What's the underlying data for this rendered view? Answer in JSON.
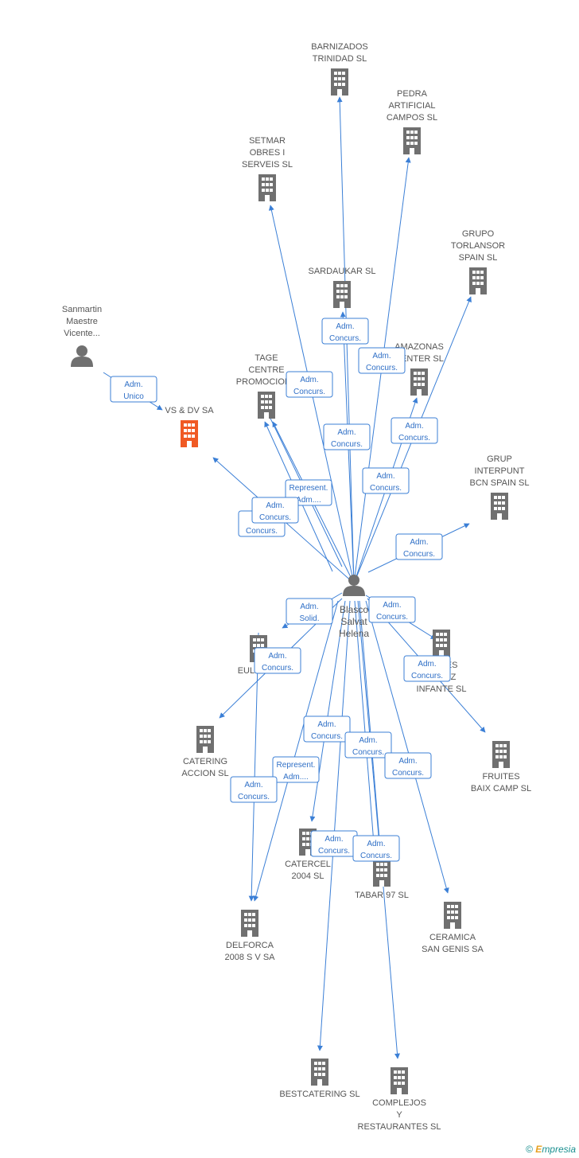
{
  "center": {
    "id": "blasco",
    "lines": [
      "Blasco",
      "Salvat",
      "Helena"
    ],
    "type": "person"
  },
  "nodes": [
    {
      "id": "barnizados",
      "lines": [
        "BARNIZADOS",
        "TRINIDAD SL"
      ],
      "type": "company",
      "name": "company-barnizados-trinidad"
    },
    {
      "id": "pedra",
      "lines": [
        "PEDRA",
        "ARTIFICIAL",
        "CAMPOS SL"
      ],
      "type": "company",
      "name": "company-pedra-artificial-campos"
    },
    {
      "id": "setmar",
      "lines": [
        "SETMAR",
        "OBRES I",
        "SERVEIS SL"
      ],
      "type": "company",
      "name": "company-setmar-obres-serveis"
    },
    {
      "id": "grupo_torlansor",
      "lines": [
        "GRUPO",
        "TORLANSOR",
        "SPAIN SL"
      ],
      "type": "company",
      "name": "company-grupo-torlansor-spain"
    },
    {
      "id": "sardaukar",
      "lines": [
        "SARDAUKAR SL"
      ],
      "type": "company",
      "name": "company-sardaukar"
    },
    {
      "id": "sanmartin",
      "lines": [
        "Sanmartin",
        "Maestre",
        "Vicente..."
      ],
      "type": "person",
      "name": "person-sanmartin-maestre-vicente"
    },
    {
      "id": "amazonas",
      "lines": [
        "AMAZONAS",
        "CENTER SL"
      ],
      "type": "company",
      "name": "company-amazonas-center"
    },
    {
      "id": "tage",
      "lines": [
        "TAGE",
        "CENTRE",
        "PROMOCIONS"
      ],
      "type": "company",
      "name": "company-tage-centre-promocions"
    },
    {
      "id": "vs_dv",
      "lines": [
        "VS & DV SA"
      ],
      "type": "company-highlight",
      "name": "company-vs-dv"
    },
    {
      "id": "grup_interpunt",
      "lines": [
        "GRUP",
        "INTERPUNT",
        "BCN SPAIN SL"
      ],
      "type": "company",
      "name": "company-grup-interpunt-bcn-spain"
    },
    {
      "id": "eulex",
      "lines": [
        "EULEX SL"
      ],
      "type": "company",
      "name": "company-eulex"
    },
    {
      "id": "gomes",
      "lines": [
        "GOMES",
        "PEREZ",
        "INFANTE SL"
      ],
      "type": "company",
      "name": "company-gomes-perez-infante"
    },
    {
      "id": "catering_accion",
      "lines": [
        "CATERING",
        "ACCION SL"
      ],
      "type": "company",
      "name": "company-catering-accion"
    },
    {
      "id": "fruites",
      "lines": [
        "FRUITES",
        "BAIX CAMP SL"
      ],
      "type": "company",
      "name": "company-fruites-baix-camp"
    },
    {
      "id": "catercel",
      "lines": [
        "CATERCEL",
        "2004 SL"
      ],
      "type": "company",
      "name": "company-catercel-2004"
    },
    {
      "id": "tabar",
      "lines": [
        "TABAR 97 SL"
      ],
      "type": "company",
      "name": "company-tabar-97"
    },
    {
      "id": "ceramica",
      "lines": [
        "CERAMICA",
        "SAN GENIS SA"
      ],
      "type": "company",
      "name": "company-ceramica-san-genis"
    },
    {
      "id": "delforca",
      "lines": [
        "DELFORCA",
        "2008 S V SA"
      ],
      "type": "company",
      "name": "company-delforca-2008"
    },
    {
      "id": "bestcatering",
      "lines": [
        "BESTCATERING SL"
      ],
      "type": "company",
      "name": "company-bestcatering"
    },
    {
      "id": "complejos",
      "lines": [
        "COMPLEJOS",
        "Y",
        "RESTAURANTES SL"
      ],
      "type": "company",
      "name": "company-complejos-restaurantes"
    }
  ],
  "relations": [
    {
      "from": "blasco",
      "to": "barnizados",
      "lines": [
        "Adm.",
        "Concurs."
      ]
    },
    {
      "from": "blasco",
      "to": "pedra",
      "lines": [
        "Adm.",
        "Concurs."
      ]
    },
    {
      "from": "blasco",
      "to": "setmar",
      "lines": [
        "Adm.",
        "Concurs."
      ]
    },
    {
      "from": "blasco",
      "to": "grupo_torlansor",
      "lines": [
        "Adm.",
        "Concurs."
      ]
    },
    {
      "from": "blasco",
      "to": "sardaukar",
      "lines": [
        "Adm.",
        "Concurs."
      ]
    },
    {
      "from": "blasco",
      "to": "amazonas",
      "lines": [
        "Adm.",
        "Concurs."
      ]
    },
    {
      "from": "blasco",
      "to": "tage",
      "lines": [
        "Represent.",
        "Adm...."
      ]
    },
    {
      "from": "blasco",
      "to": "vs_dv",
      "lines": [
        "Adm.",
        "Concurs."
      ]
    },
    {
      "from": "sanmartin",
      "to": "vs_dv",
      "lines": [
        "Adm.",
        "Unico"
      ]
    },
    {
      "from": "blasco",
      "to": "grup_interpunt",
      "lines": [
        "Adm.",
        "Concurs."
      ]
    },
    {
      "from": "blasco",
      "to": "eulex",
      "lines": [
        "Adm.",
        "Solid."
      ]
    },
    {
      "from": "blasco",
      "to": "gomes",
      "lines": [
        "Adm.",
        "Concurs."
      ]
    },
    {
      "from": "blasco",
      "to": "catering_accion",
      "lines": [
        "Adm.",
        "Concurs."
      ]
    },
    {
      "from": "blasco",
      "to": "fruites",
      "lines": [
        "Adm.",
        "Concurs."
      ]
    },
    {
      "from": "blasco",
      "to": "catercel",
      "lines": [
        "Adm.",
        "Concurs."
      ]
    },
    {
      "from": "blasco",
      "to": "tabar",
      "lines": [
        "Adm.",
        "Concurs."
      ]
    },
    {
      "from": "blasco",
      "to": "ceramica",
      "lines": [
        "Adm.",
        "Concurs."
      ]
    },
    {
      "from": "blasco",
      "to": "delforca",
      "lines": [
        "Represent.",
        "Adm...."
      ]
    },
    {
      "from": "blasco",
      "to": "bestcatering",
      "lines": [
        "Adm.",
        "Concurs."
      ]
    },
    {
      "from": "blasco",
      "to": "complejos",
      "lines": [
        "Adm.",
        "Concurs."
      ]
    },
    {
      "from": "blasco",
      "to": "tage_b",
      "lines": [
        "Adm.",
        "Concurs."
      ]
    },
    {
      "from": "eulex",
      "to": "delforca",
      "lines": [
        "Adm.",
        "Concurs."
      ]
    },
    {
      "from": "blasco",
      "to": "tabar_b",
      "lines": [
        "Adm.",
        "Concurs."
      ]
    },
    {
      "from": "blasco",
      "to": "misc",
      "lines": [
        "Adm.",
        "Concurs."
      ]
    }
  ],
  "footer": {
    "copyright": "©",
    "brand_initial": "E",
    "brand_rest": "mpresia"
  },
  "colors": {
    "edge": "#3b7fd6",
    "company_icon": "#707070",
    "highlight_icon": "#f05a24",
    "person_icon": "#707070"
  }
}
